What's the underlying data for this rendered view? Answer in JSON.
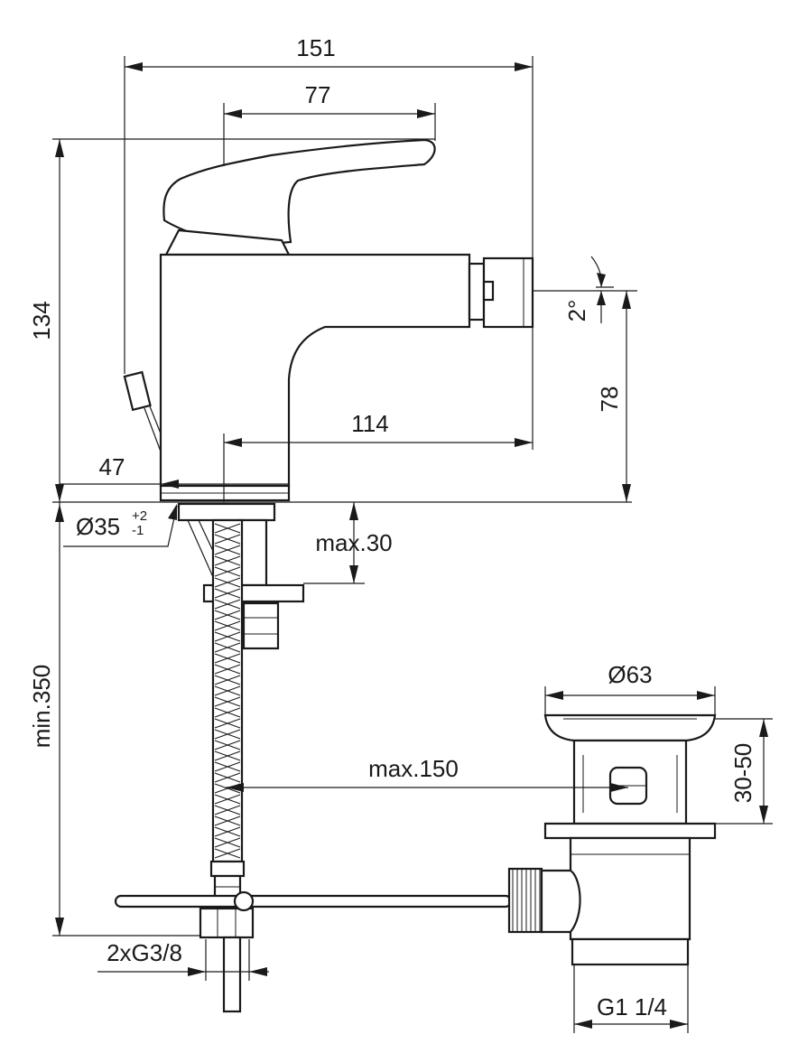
{
  "dimensions": {
    "overall_width": "151",
    "handle_width": "77",
    "height": "134",
    "spout_height": "78",
    "spout_reach": "114",
    "base_offset": "47",
    "base_diameter": "Ø35",
    "tol_plus": "+2",
    "tol_minus": "-1",
    "angle": "2°",
    "max_thickness": "max.30",
    "min_length": "min.350",
    "max_rod": "max.150",
    "waste_diameter": "Ø63",
    "waste_height": "30-50",
    "connection": "2xG3/8",
    "waste_thread": "G1 1/4"
  }
}
